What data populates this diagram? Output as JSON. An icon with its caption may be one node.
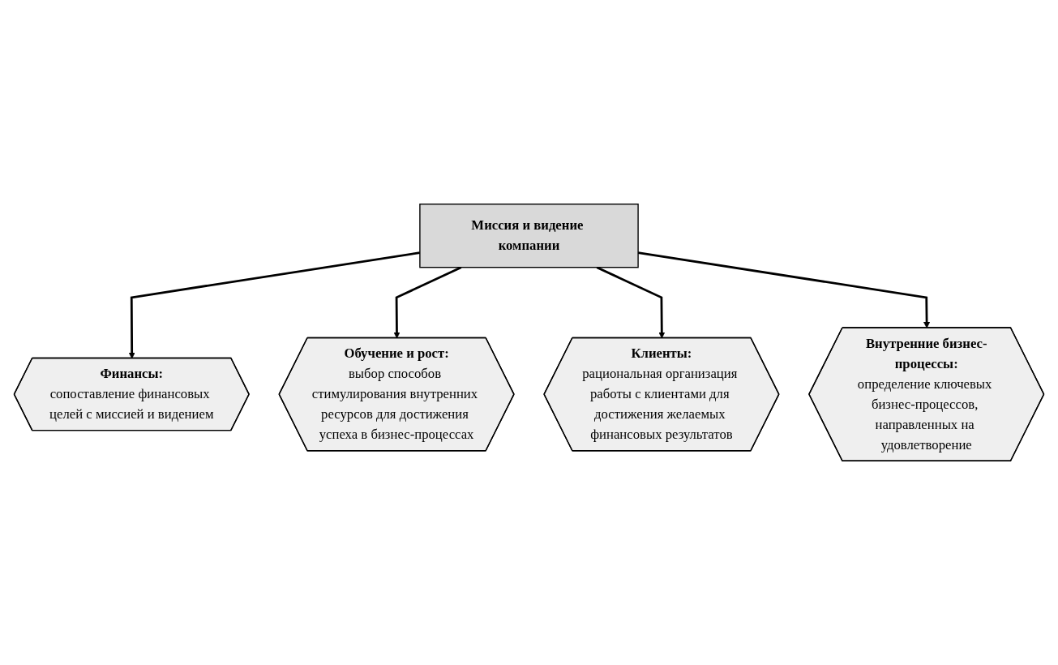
{
  "diagram": {
    "nodes": [
      {
        "text": [
          "Финансы:",
          "сопоставление финансовых целей с миссией и видением"
        ]
      },
      {
        "text": [
          "Обучение и рост:",
          "выбор способов стимулирования внутренних ресурсов для достижения успеха в бизнес-процессах"
        ]
      },
      {
        "text": [
          "Миссия и видение компании"
        ]
      },
      {
        "text": [
          "Клиенты:",
          "рациональная организация работы с клиентами для достижения желаемых финансовых результатов"
        ]
      },
      {
        "text": [
          "Внутренние бизнес-процессы:",
          "определение ключевых бизнес-процессов, направленных на удовлетворение"
        ]
      }
    ],
    "edges": [
      {
        "from": 2,
        "to": 0,
        "arrow": "to"
      },
      {
        "from": 2,
        "to": 1,
        "arrow": "to"
      },
      {
        "from": 2,
        "to": 3,
        "arrow": "to"
      },
      {
        "from": 2,
        "to": 4,
        "arrow": "to"
      }
    ]
  }
}
